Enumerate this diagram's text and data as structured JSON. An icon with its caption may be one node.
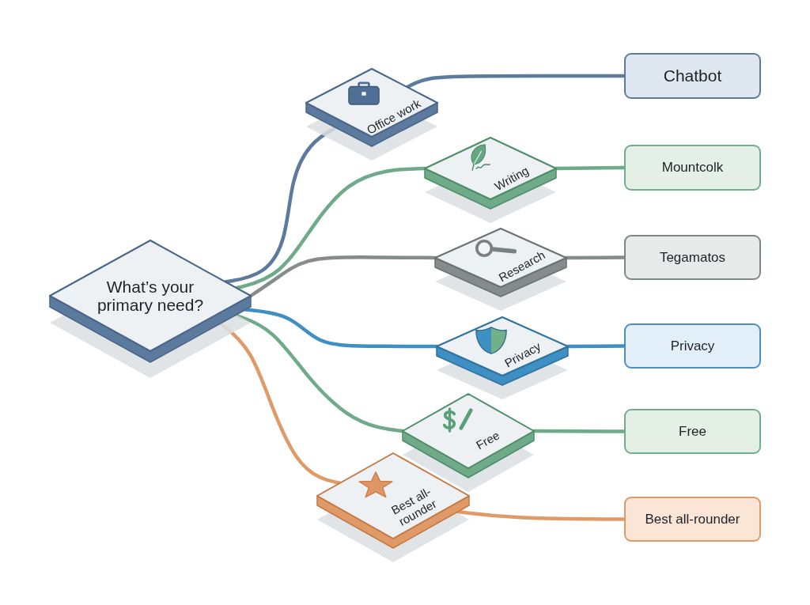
{
  "diagram": {
    "nodes": [
      {
        "text": [
          "What’s your primary need?"
        ]
      },
      {
        "text": [
          "Office work"
        ]
      },
      {
        "text": [
          "Writing"
        ]
      },
      {
        "text": [
          "Research"
        ]
      },
      {
        "text": [
          "Privacy"
        ]
      },
      {
        "text": [
          "Free"
        ]
      },
      {
        "text": [
          "Best all-rounder"
        ]
      },
      {
        "text": [
          "Chatbot"
        ]
      },
      {
        "text": [
          "Mountcolk"
        ]
      },
      {
        "text": [
          "Tegamatos"
        ]
      },
      {
        "text": [
          "Privacy"
        ]
      },
      {
        "text": [
          "Free"
        ]
      },
      {
        "text": [
          "Best all-rounder"
        ]
      }
    ],
    "edges": [
      {
        "from": 0,
        "to": 1,
        "arrow": "none",
        "color": "#5b7a9e"
      },
      {
        "from": 0,
        "to": 2,
        "arrow": "none",
        "color": "#6fab88"
      },
      {
        "from": 0,
        "to": 3,
        "arrow": "none",
        "color": "#858c8b"
      },
      {
        "from": 0,
        "to": 4,
        "arrow": "none",
        "color": "#3e8fc4"
      },
      {
        "from": 0,
        "to": 5,
        "arrow": "none",
        "color": "#6fab88"
      },
      {
        "from": 0,
        "to": 6,
        "arrow": "none",
        "color": "#e09a67"
      },
      {
        "from": 1,
        "to": 7,
        "arrow": "none",
        "color": "#5b7a9e"
      },
      {
        "from": 2,
        "to": 8,
        "arrow": "none",
        "color": "#6fab88"
      },
      {
        "from": 3,
        "to": 9,
        "arrow": "none",
        "color": "#858c8b"
      },
      {
        "from": 4,
        "to": 10,
        "arrow": "none",
        "color": "#3e8fc4"
      },
      {
        "from": 5,
        "to": 11,
        "arrow": "none",
        "color": "#6fab88"
      },
      {
        "from": 6,
        "to": 12,
        "arrow": "none",
        "color": "#e09a67"
      }
    ]
  }
}
